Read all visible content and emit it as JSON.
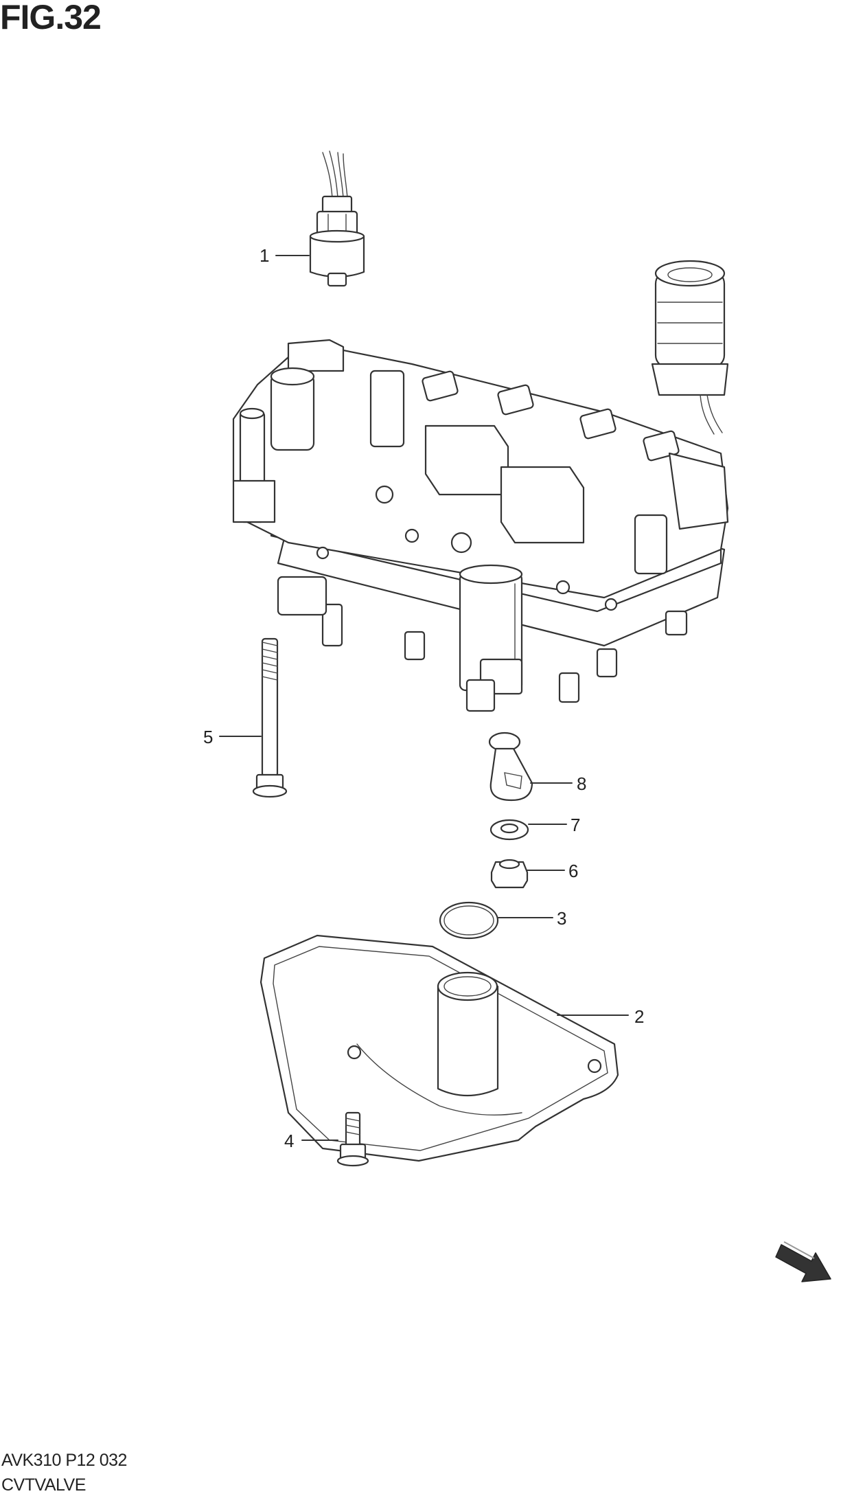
{
  "figure": {
    "title": "FIG.32",
    "code": "AVK310 P12 032",
    "name": "CVTVALVE"
  },
  "callouts": [
    "1",
    "2",
    "3",
    "4",
    "5",
    "6",
    "7",
    "8"
  ],
  "icons": {
    "direction": "direction-arrow-icon"
  }
}
